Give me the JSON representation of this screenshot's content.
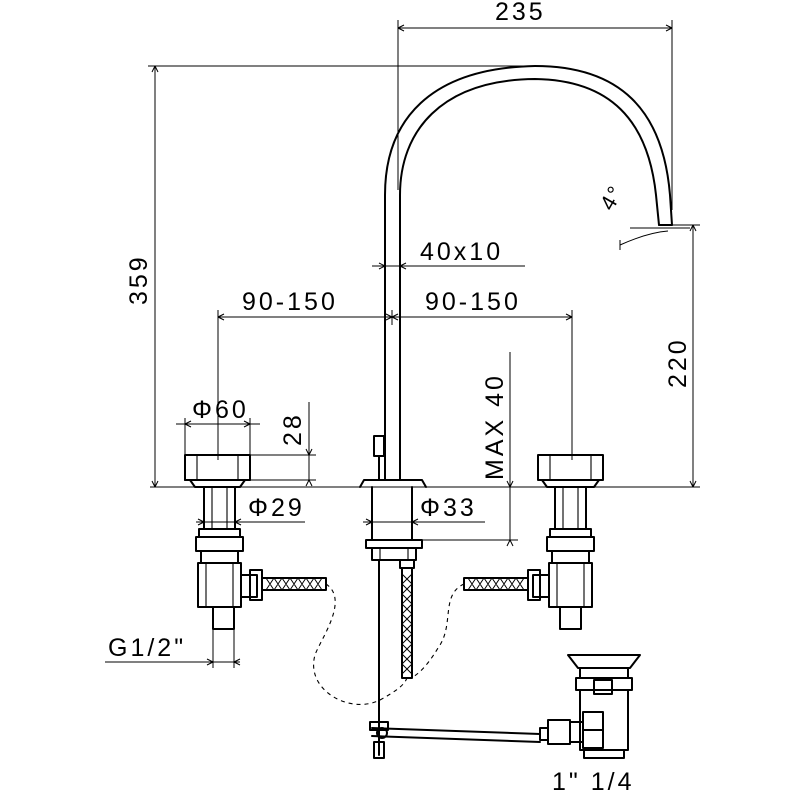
{
  "dimensions": {
    "total_reach": "235",
    "total_height": "359",
    "spout_outlet_height": "220",
    "spout_section": "40x10",
    "spacing_left": "90-150",
    "spacing_right": "90-150",
    "handle_diameter": "Φ60",
    "handle_height": "28",
    "tail_diameter": "Φ29",
    "spout_base_diameter": "Φ33",
    "max_deck_thickness": "MAX 40",
    "spout_angle": "4°",
    "inlet_thread": "G1/2\"",
    "waste_size": "1\" 1/4"
  }
}
